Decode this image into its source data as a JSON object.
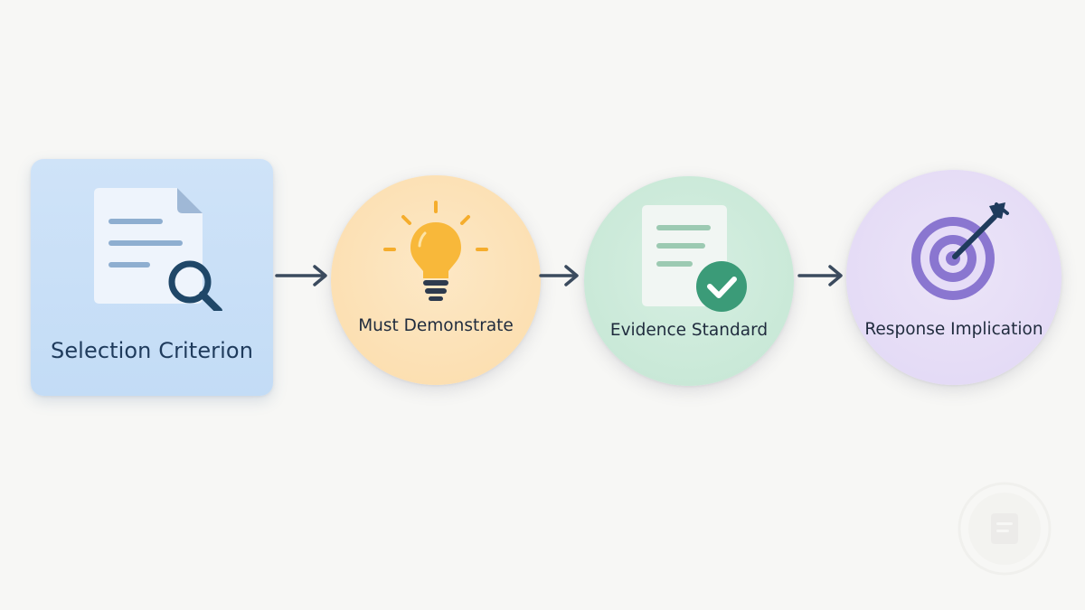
{
  "steps": [
    {
      "label": "Selection Criterion",
      "icon": "document-search-icon"
    },
    {
      "label": "Must Demonstrate",
      "icon": "lightbulb-icon"
    },
    {
      "label": "Evidence Standard",
      "icon": "document-check-icon"
    },
    {
      "label": "Response Implication",
      "icon": "target-arrow-icon"
    }
  ],
  "connectors": [
    "arrow-right-icon",
    "arrow-right-icon",
    "arrow-right-icon"
  ],
  "colors": {
    "background": "#f7f7f5",
    "step1_fill": "#c6ddf6",
    "step2_fill": "#fbdcaa",
    "step3_fill": "#c4e6d3",
    "step4_fill": "#e1d7f5",
    "arrow": "#3b4b5e",
    "navy_accent": "#1f3b5c",
    "bulb": "#f7b733",
    "check": "#3b9b78",
    "target": "#7a66c4"
  }
}
